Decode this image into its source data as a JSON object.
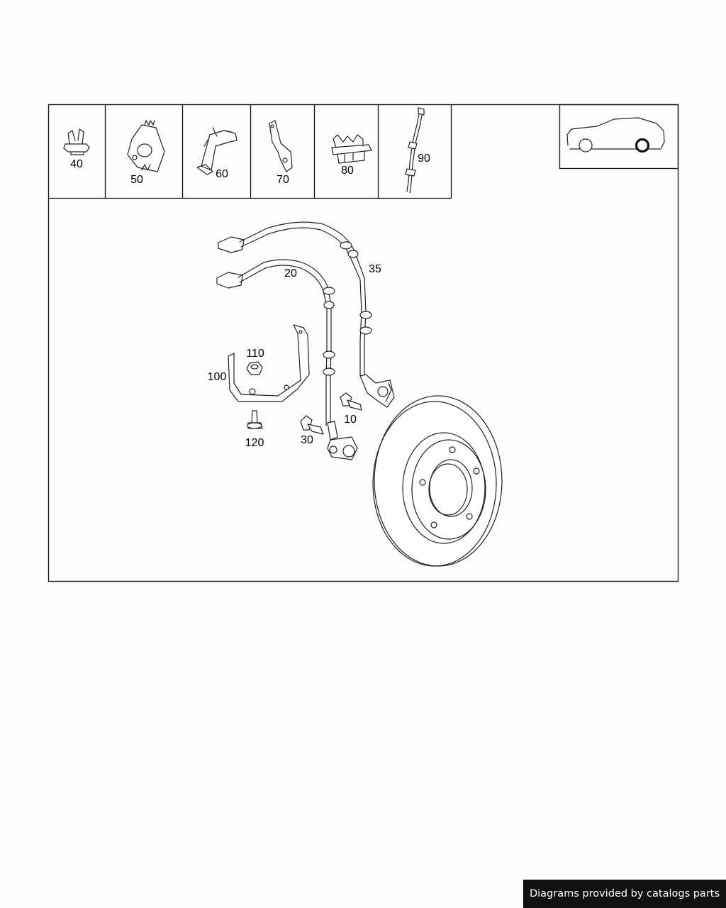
{
  "thumbnail_labels": [
    "40",
    "50",
    "60",
    "70",
    "80",
    "90"
  ],
  "part_labels": {
    "p20": "20",
    "p35": "35",
    "p110": "110",
    "p100": "100",
    "p10": "10",
    "p120": "120",
    "p30": "30"
  },
  "vehicle_icon": "car-rear-wheel-highlight-icon",
  "footer_text": "Diagrams provided by catalogs parts"
}
